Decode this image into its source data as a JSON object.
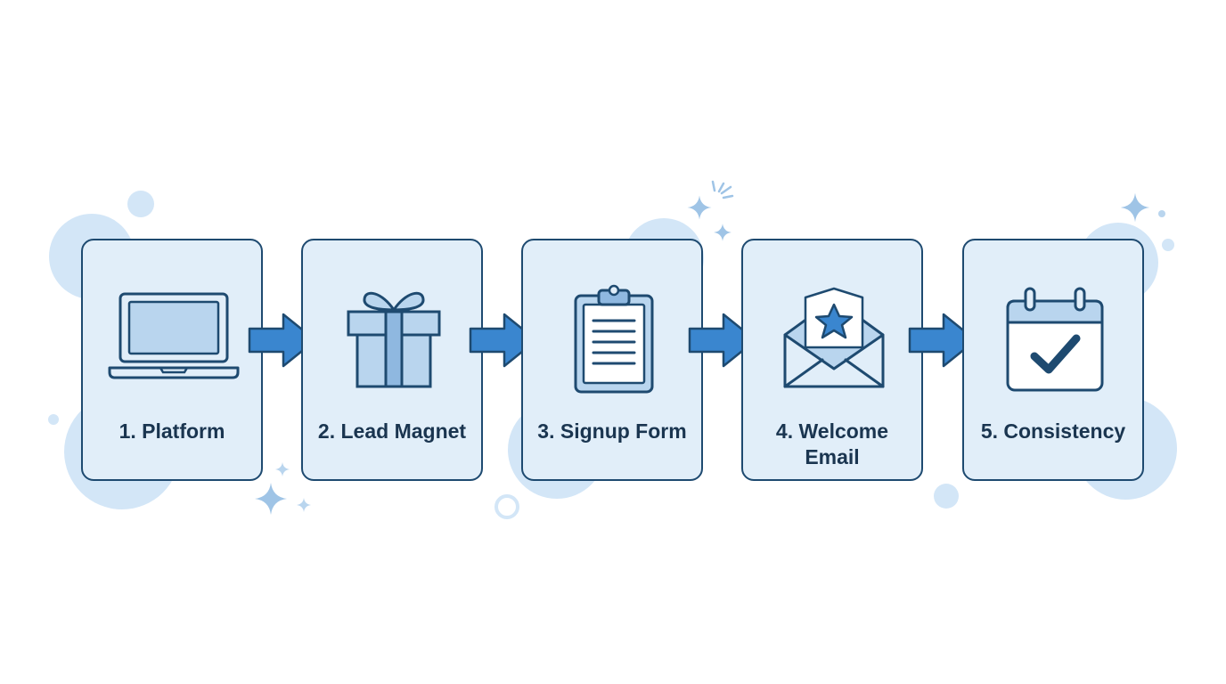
{
  "colors": {
    "outline": "#1e4a70",
    "card_fill": "#e1eef9",
    "icon_fill": "#b9d5ee",
    "arrow": "#3a86cf",
    "decor": "#d3e6f7",
    "text": "#1a3550"
  },
  "steps": [
    {
      "label": "1. Platform",
      "icon": "laptop-icon"
    },
    {
      "label": "2. Lead Magnet",
      "icon": "gift-icon"
    },
    {
      "label": "3. Signup Form",
      "icon": "clipboard-icon"
    },
    {
      "label": "4. Welcome Email",
      "icon": "envelope-star-icon"
    },
    {
      "label": "5. Consistency",
      "icon": "calendar-check-icon"
    }
  ]
}
